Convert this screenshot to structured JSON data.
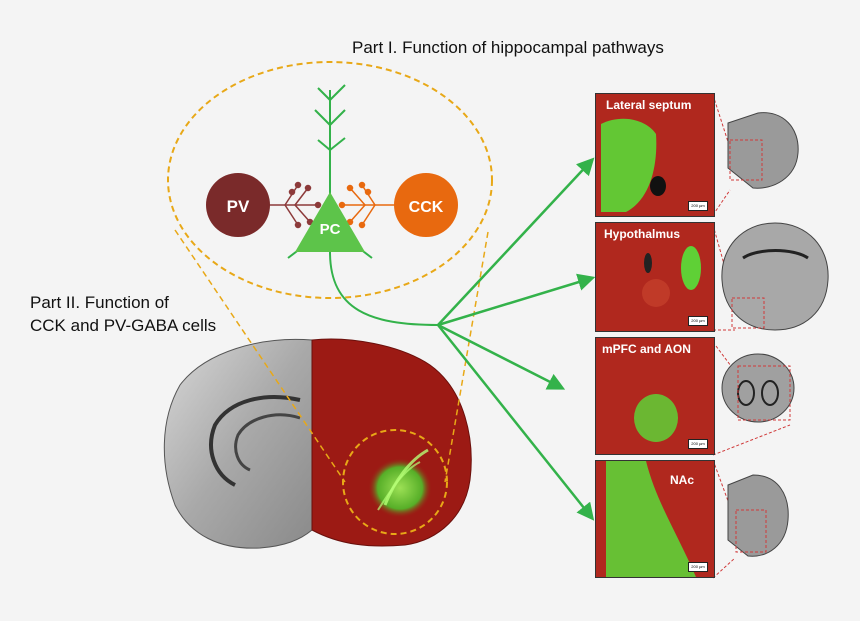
{
  "part1_title": "Part I. Function of hippocampal pathways",
  "part2_title_line1": "Part II. Function of",
  "part2_title_line2": "CCK and PV-GABA cells",
  "cells": {
    "pv": "PV",
    "pc": "PC",
    "cck": "CCK"
  },
  "panels": [
    {
      "label": "Lateral septum",
      "scale": "200 µm"
    },
    {
      "label": "Hypothalmus",
      "scale": "200 µm"
    },
    {
      "label": "mPFC and AON",
      "scale": "200 µm"
    },
    {
      "label": "NAc",
      "scale": "200 µm"
    }
  ],
  "colors": {
    "pv": "#7a2a2a",
    "cck": "#e8690f",
    "pc": "#5dc44a",
    "axon": "#33b24a",
    "dash": "#e8a817",
    "tissue_red": "#9c1a14",
    "label_fluor": "#6fe040"
  }
}
